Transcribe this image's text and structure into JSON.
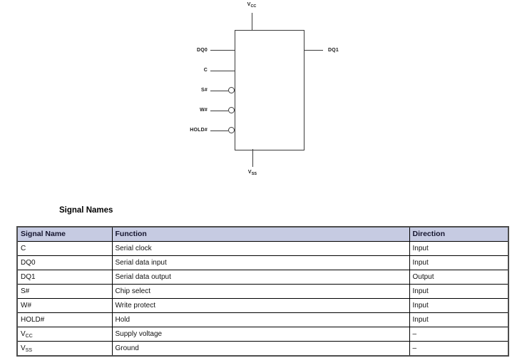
{
  "diagram": {
    "pins": {
      "vcc": {
        "base": "V",
        "sub": "CC"
      },
      "vss": {
        "base": "V",
        "sub": "SS"
      },
      "dq0": "DQ0",
      "c": "C",
      "s": "S#",
      "w": "W#",
      "hold": "HOLD#",
      "dq1": "DQ1"
    }
  },
  "table": {
    "title": "Signal Names",
    "headers": {
      "signal": "Signal Name",
      "function": "Function",
      "direction": "Direction"
    },
    "rows": [
      {
        "signal": "C",
        "signal_sub": "",
        "function": "Serial clock",
        "direction": "Input"
      },
      {
        "signal": "DQ0",
        "signal_sub": "",
        "function": "Serial data input",
        "direction": "Input"
      },
      {
        "signal": "DQ1",
        "signal_sub": "",
        "function": "Serial data output",
        "direction": "Output"
      },
      {
        "signal": "S#",
        "signal_sub": "",
        "function": "Chip select",
        "direction": "Input"
      },
      {
        "signal": "W#",
        "signal_sub": "",
        "function": "Write protect",
        "direction": "Input"
      },
      {
        "signal": "HOLD#",
        "signal_sub": "",
        "function": "Hold",
        "direction": "Input"
      },
      {
        "signal": "V",
        "signal_sub": "CC",
        "function": "Supply voltage",
        "direction": "–"
      },
      {
        "signal": "V",
        "signal_sub": "SS",
        "function": "Ground",
        "direction": "–"
      }
    ]
  },
  "colors": {
    "table_header_bg": "#c6cbe2",
    "line_color": "#3c3c3c"
  }
}
